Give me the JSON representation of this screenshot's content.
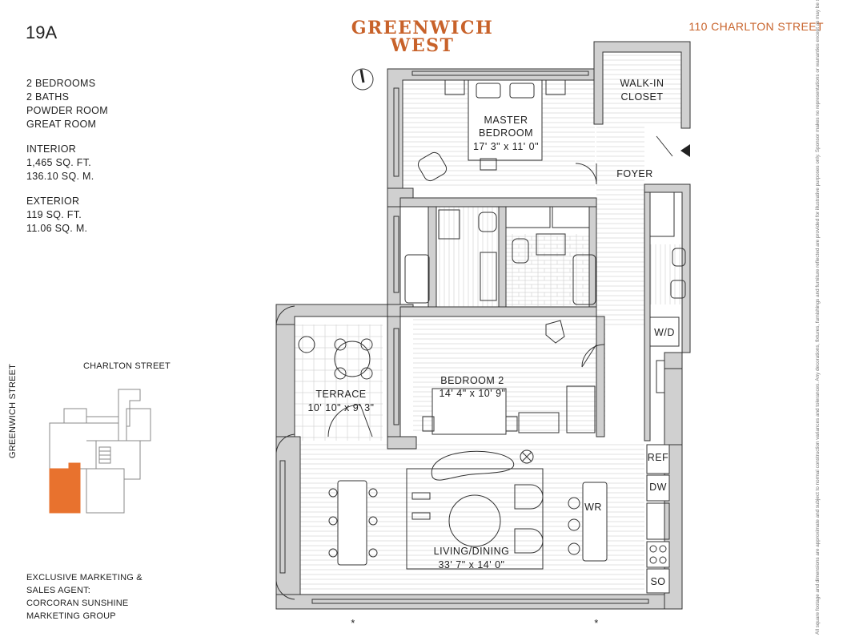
{
  "unit_number": "19A",
  "specs": {
    "rooms": [
      "2 BEDROOMS",
      "2 BATHS",
      "POWDER ROOM",
      "GREAT ROOM"
    ],
    "interior": [
      "INTERIOR",
      "1,465 SQ. FT.",
      "136.10 SQ. M."
    ],
    "exterior": [
      "EXTERIOR",
      "119 SQ. FT.",
      "11.06 SQ. M."
    ]
  },
  "brand": {
    "line1": "GREENWICH",
    "line2": "WEST"
  },
  "address": "110 CHARLTON STREET",
  "keyplan": {
    "street_top": "CHARLTON STREET",
    "street_side": "GREENWICH STREET"
  },
  "agent": [
    "EXCLUSIVE MARKETING &",
    "SALES AGENT:",
    "CORCORAN SUNSHINE",
    "MARKETING GROUP"
  ],
  "rooms": {
    "walk_in_closet": [
      "WALK-IN",
      "CLOSET"
    ],
    "master_bedroom": [
      "MASTER",
      "BEDROOM",
      "17' 3\" x 11' 0\""
    ],
    "foyer": "FOYER",
    "wd": "W/D",
    "bedroom2": [
      "BEDROOM 2",
      "14' 4\" x 10' 9\""
    ],
    "terrace": [
      "TERRACE",
      "10' 10\" x 9' 3\""
    ],
    "ref": "REF",
    "dw": "DW",
    "wr": "WR",
    "so": "SO",
    "living": [
      "LIVING/DINING",
      "33' 7\" x 14' 0\""
    ]
  },
  "footnote_mark": "*",
  "disclaimer": "All square footage and dimensions are approximate and subject to normal construction variances and tolerances. Any decorations, fixtures, furnishings and furniture reflected are provided for illustrative purposes only. Sponsor makes no representations or warranties except as may be set forth in the Offering Plan. See Offering Plan for window disclosure. THE COMPLETE OFFERING TERMS ARE IN AN OFFERING PLAN AVAILABLE FROM SPONSOR. FILE NO. CD17-0371. SPONSOR: 537 GREENWICH OWNER LLC, 483 BROADWAY, 5TH FLOOR, NEW YORK, 10013. Equal Housing Opportunity.",
  "colors": {
    "brand": "#c8622a",
    "highlight": "#e8722e",
    "wall": "#d0d0d0",
    "line": "#333333"
  }
}
